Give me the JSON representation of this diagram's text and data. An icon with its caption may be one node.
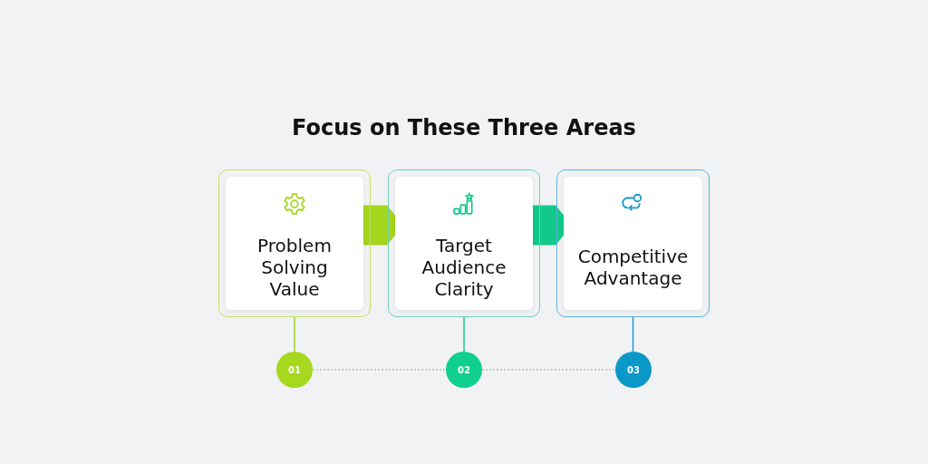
{
  "diagram": {
    "title": "Focus on These Three Areas",
    "nodes": [
      {
        "text": [
          "Problem Solving Value"
        ]
      },
      {
        "text": [
          "Target Audience Clarity"
        ]
      },
      {
        "text": [
          "Competitive Advantage"
        ]
      },
      {
        "text": [
          "01"
        ]
      },
      {
        "text": [
          "02"
        ]
      },
      {
        "text": [
          "03"
        ]
      }
    ],
    "edges": [
      {
        "from": 0,
        "to": 1,
        "arrow": "to",
        "style": "thick",
        "color": "#a3d61c"
      },
      {
        "from": 1,
        "to": 2,
        "arrow": "to",
        "style": "thick",
        "color": "#12c98a"
      },
      {
        "from": 0,
        "to": 3,
        "arrow": "none",
        "color": "#a3d61c"
      },
      {
        "from": 1,
        "to": 4,
        "arrow": "none",
        "color": "#12c98a"
      },
      {
        "from": 2,
        "to": 5,
        "arrow": "none",
        "color": "#1a98cc"
      },
      {
        "from": 3,
        "to": 4,
        "arrow": "none",
        "style": "dashed",
        "color": "#a0a0a0"
      },
      {
        "from": 4,
        "to": 5,
        "arrow": "none",
        "style": "dashed",
        "color": "#a0a0a0"
      }
    ]
  }
}
